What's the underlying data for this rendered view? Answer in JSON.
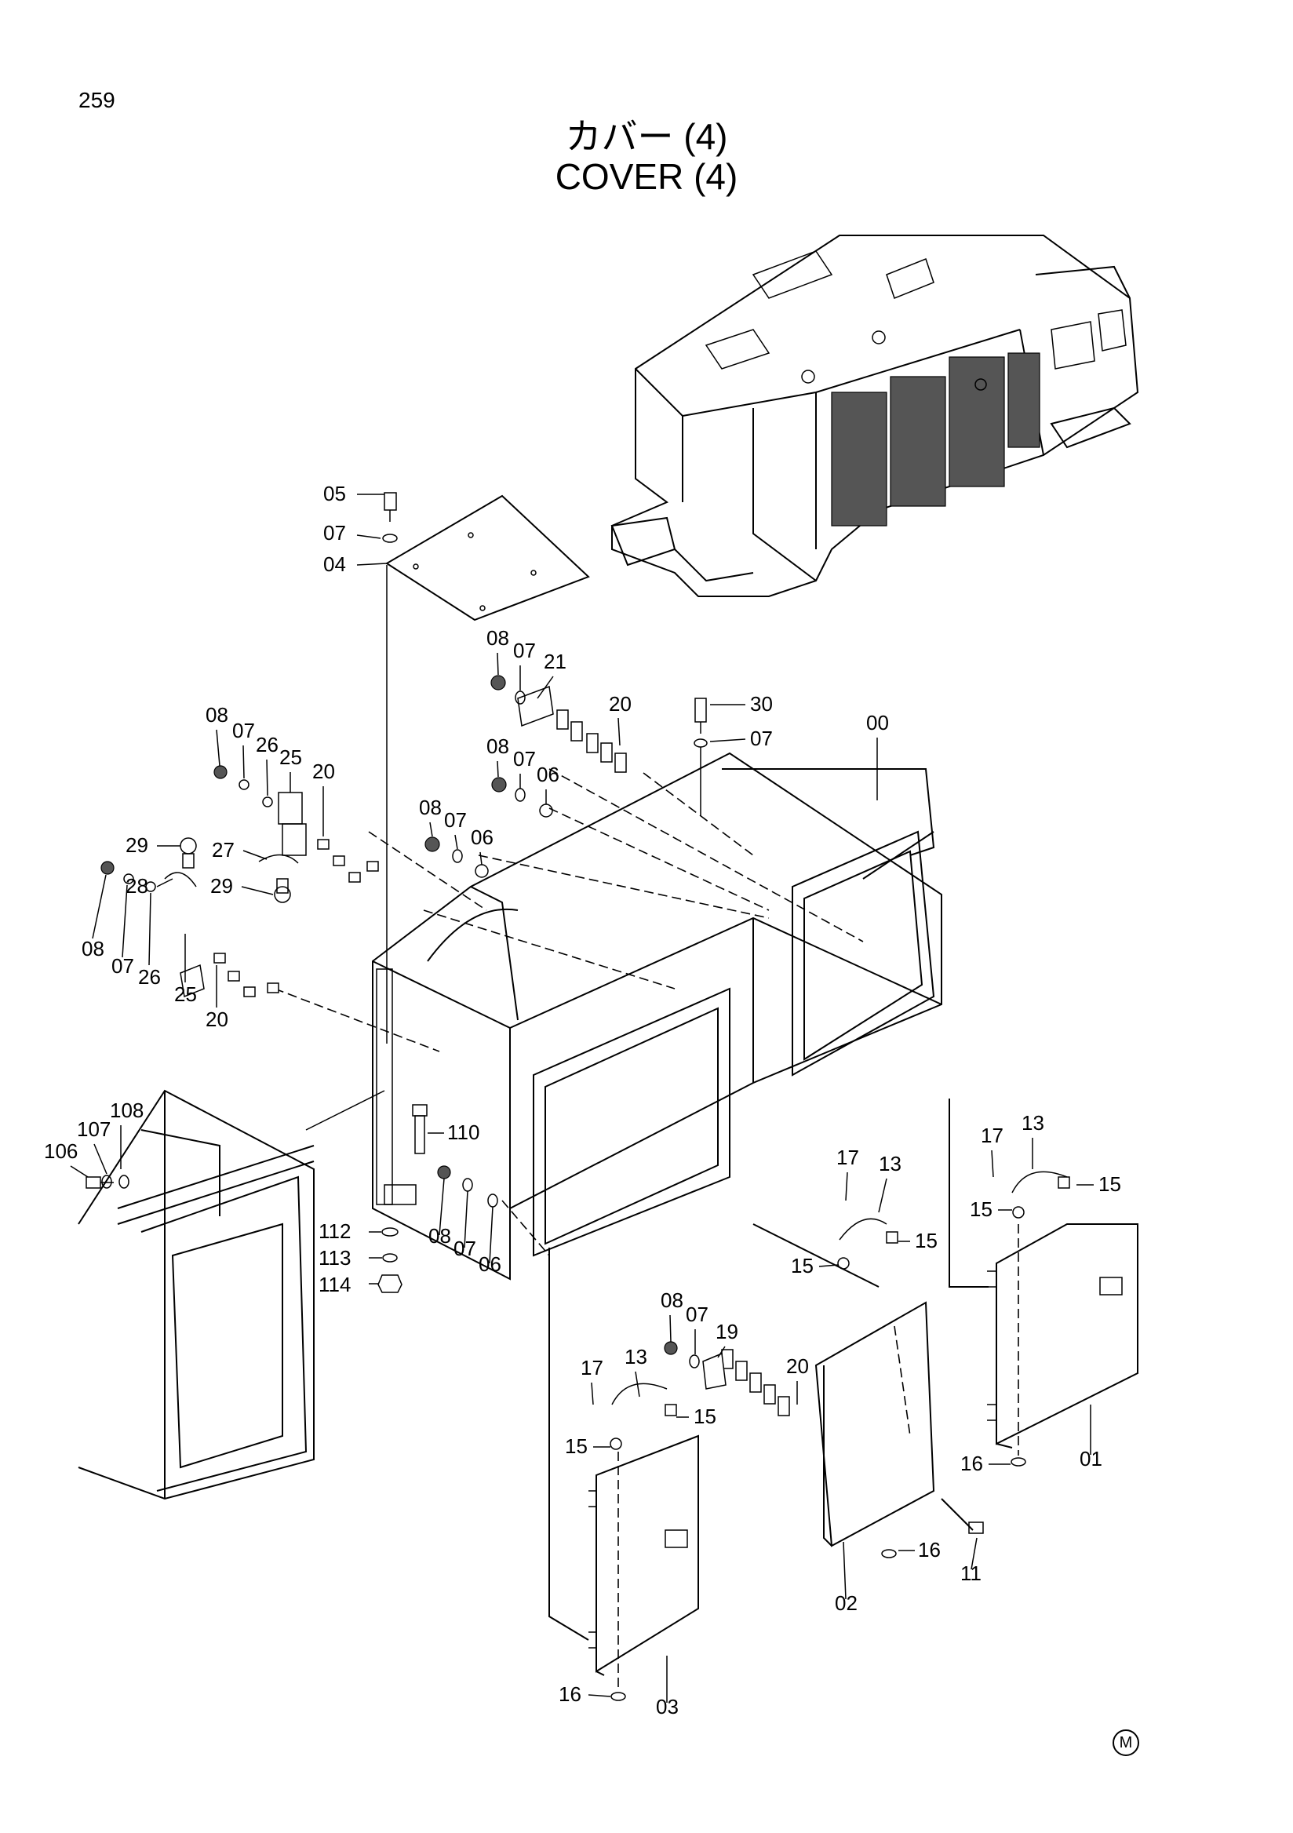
{
  "page_number": "259",
  "title_jp": "カバー (4)",
  "title_en": "COVER (4)",
  "mark": "M",
  "labels": [
    {
      "id": "05a",
      "text": "05"
    },
    {
      "id": "07a",
      "text": "07"
    },
    {
      "id": "04a",
      "text": "04"
    },
    {
      "id": "08a",
      "text": "08"
    },
    {
      "id": "07b",
      "text": "07"
    },
    {
      "id": "21a",
      "text": "21"
    },
    {
      "id": "20a",
      "text": "20"
    },
    {
      "id": "30a",
      "text": "30"
    },
    {
      "id": "07c",
      "text": "07"
    },
    {
      "id": "00a",
      "text": "00"
    },
    {
      "id": "08b",
      "text": "08"
    },
    {
      "id": "07d",
      "text": "07"
    },
    {
      "id": "06a",
      "text": "06"
    },
    {
      "id": "08c",
      "text": "08"
    },
    {
      "id": "07e",
      "text": "07"
    },
    {
      "id": "06b",
      "text": "06"
    },
    {
      "id": "08d",
      "text": "08"
    },
    {
      "id": "07f",
      "text": "07"
    },
    {
      "id": "26a",
      "text": "26"
    },
    {
      "id": "25a",
      "text": "25"
    },
    {
      "id": "20b",
      "text": "20"
    },
    {
      "id": "29a",
      "text": "29"
    },
    {
      "id": "27a",
      "text": "27"
    },
    {
      "id": "28a",
      "text": "28"
    },
    {
      "id": "29b",
      "text": "29"
    },
    {
      "id": "08e",
      "text": "08"
    },
    {
      "id": "07g",
      "text": "07"
    },
    {
      "id": "26b",
      "text": "26"
    },
    {
      "id": "25b",
      "text": "25"
    },
    {
      "id": "20c",
      "text": "20"
    },
    {
      "id": "108a",
      "text": "108"
    },
    {
      "id": "107a",
      "text": "107"
    },
    {
      "id": "106a",
      "text": "106"
    },
    {
      "id": "110a",
      "text": "110"
    },
    {
      "id": "112a",
      "text": "112"
    },
    {
      "id": "113a",
      "text": "113"
    },
    {
      "id": "114a",
      "text": "114"
    },
    {
      "id": "08f",
      "text": "08"
    },
    {
      "id": "07h",
      "text": "07"
    },
    {
      "id": "06c",
      "text": "06"
    },
    {
      "id": "17a",
      "text": "17"
    },
    {
      "id": "13a",
      "text": "13"
    },
    {
      "id": "15a",
      "text": "15"
    },
    {
      "id": "15b",
      "text": "15"
    },
    {
      "id": "15c",
      "text": "15"
    },
    {
      "id": "17b",
      "text": "17"
    },
    {
      "id": "13b",
      "text": "13"
    },
    {
      "id": "15d",
      "text": "15"
    },
    {
      "id": "15e",
      "text": "15"
    },
    {
      "id": "08g",
      "text": "08"
    },
    {
      "id": "07i",
      "text": "07"
    },
    {
      "id": "19a",
      "text": "19"
    },
    {
      "id": "17c",
      "text": "17"
    },
    {
      "id": "13c",
      "text": "13"
    },
    {
      "id": "15f",
      "text": "15"
    },
    {
      "id": "15g",
      "text": "15"
    },
    {
      "id": "20d",
      "text": "20"
    },
    {
      "id": "16a",
      "text": "16"
    },
    {
      "id": "01a",
      "text": "01"
    },
    {
      "id": "16b",
      "text": "16"
    },
    {
      "id": "11a",
      "text": "11"
    },
    {
      "id": "02a",
      "text": "02"
    },
    {
      "id": "16c",
      "text": "16"
    },
    {
      "id": "03a",
      "text": "03"
    }
  ]
}
